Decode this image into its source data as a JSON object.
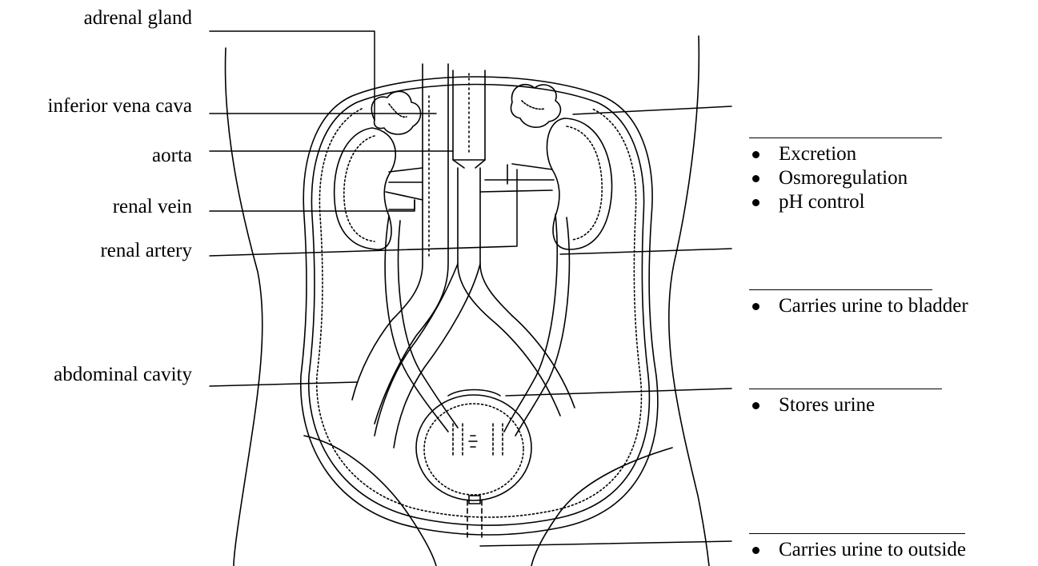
{
  "figure": {
    "left_labels": [
      "adrenal gland",
      "inferior vena cava",
      "aorta",
      "renal vein",
      "renal artery",
      "abdominal cavity"
    ],
    "right_groups": [
      {
        "items": [
          "Excretion",
          "Osmoregulation",
          "pH control"
        ]
      },
      {
        "items": [
          "Carries urine to bladder"
        ]
      },
      {
        "items": [
          "Stores urine"
        ]
      },
      {
        "items": [
          "Carries urine to outside"
        ]
      }
    ]
  }
}
